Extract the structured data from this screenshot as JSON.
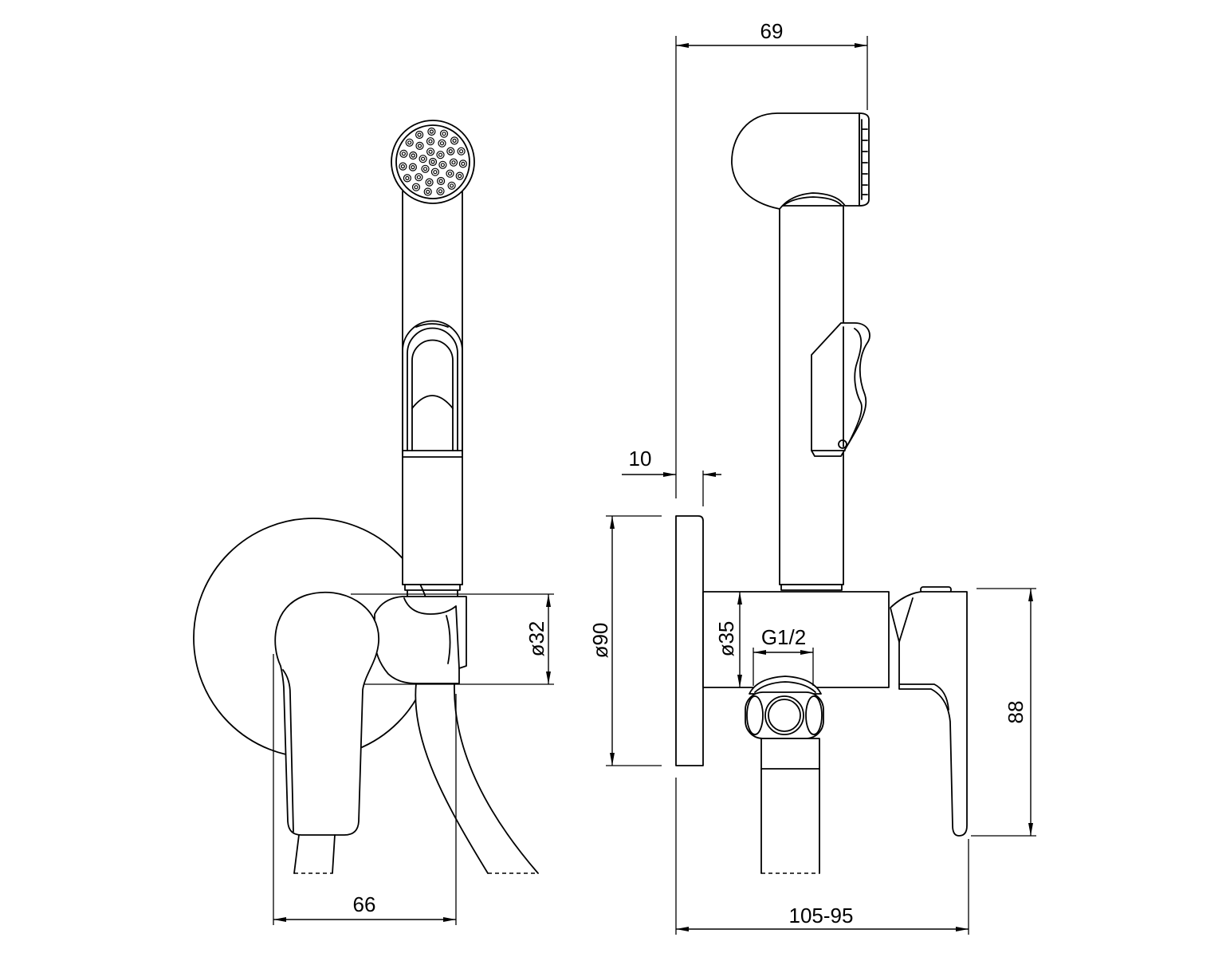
{
  "drawing": {
    "labels": {
      "overall_width_side": "69",
      "wall_plate_thickness": "10",
      "holder_diameter": "ø32",
      "rosette_diameter": "ø90",
      "body_diameter": "ø35",
      "outlet_thread": "G1/2",
      "handle_height": "88",
      "front_width": "66",
      "projection_range": "105-95"
    },
    "colors": {
      "line": "#000000",
      "background": "#ffffff"
    }
  }
}
